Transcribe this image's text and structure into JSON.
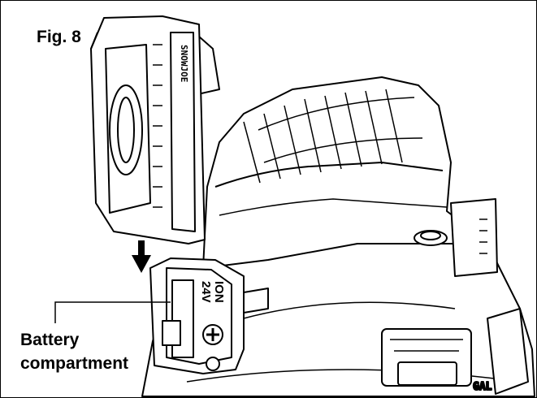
{
  "figure": {
    "label": "Fig. 8"
  },
  "callout": {
    "line1": "Battery",
    "line2": "compartment"
  },
  "battery": {
    "brand": "SNOWJOE",
    "voltage": "24V",
    "chemistry": "ION"
  }
}
